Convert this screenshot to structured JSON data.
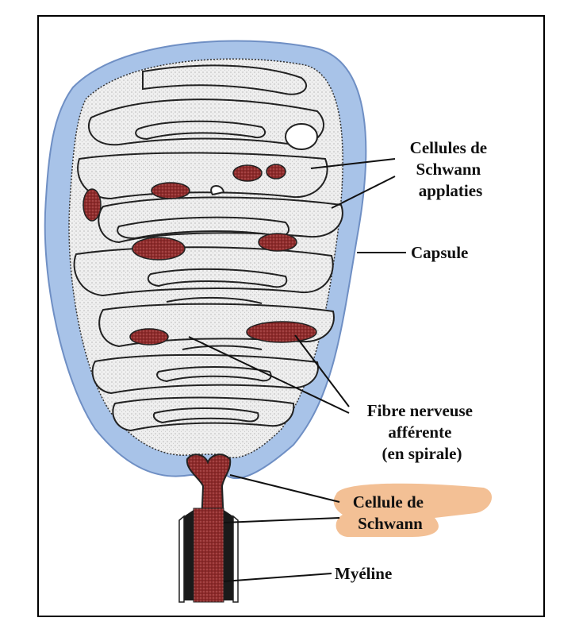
{
  "diagram": {
    "labels": {
      "schwann_flat": [
        "Cellules de",
        "Schwann",
        "applaties"
      ],
      "capsule": "Capsule",
      "fibre": [
        "Fibre nerveuse",
        "afférente",
        "(en spirale)"
      ],
      "schwann_cell": [
        "Cellule de",
        "Schwann"
      ],
      "myelin": "Myéline"
    },
    "colors": {
      "capsule": "#9dbbe3",
      "capsule_dark": "#7f9fd0",
      "cell_fill": "#ececec",
      "fibre": "#8e2b2b",
      "fibre_light": "#b85050",
      "myelin": "#1a1a1a",
      "highlight": "#f2b98a",
      "outline": "#222222"
    }
  }
}
